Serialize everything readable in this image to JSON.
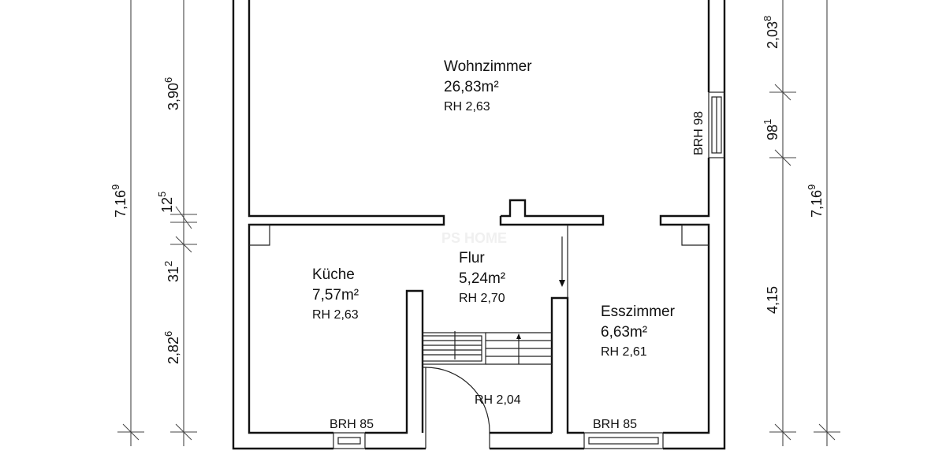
{
  "rooms": {
    "wohnzimmer": {
      "name": "Wohnzimmer",
      "area": "26,83m²",
      "rh": "RH 2,63"
    },
    "kueche": {
      "name": "Küche",
      "area": "7,57m²",
      "rh": "RH 2,63"
    },
    "flur": {
      "name": "Flur",
      "area": "5,24m²",
      "rh": "RH 2,70"
    },
    "esszimmer": {
      "name": "Esszimmer",
      "area": "6,63m²",
      "rh": "RH 2,61"
    },
    "stair_landing": {
      "rh": "RH 2,04"
    }
  },
  "windows": {
    "right_wall": "BRH 98",
    "kueche_bottom": "BRH 85",
    "esszimmer_bottom": "BRH 85"
  },
  "dimensions": {
    "left_outer": {
      "main": "7,16",
      "sup": "9"
    },
    "left_inner": [
      {
        "main": "3,90",
        "sup": "6"
      },
      {
        "main": "12",
        "sup": "5"
      },
      {
        "main": "31",
        "sup": "2"
      },
      {
        "main": "2,82",
        "sup": "6"
      }
    ],
    "right_inner": [
      {
        "main": "2,03",
        "sup": "8"
      },
      {
        "main": "98",
        "sup": "1"
      },
      {
        "main": "4,15",
        "sup": ""
      }
    ],
    "right_outer": {
      "main": "7,16",
      "sup": "9"
    }
  },
  "watermark": "PS HOME"
}
